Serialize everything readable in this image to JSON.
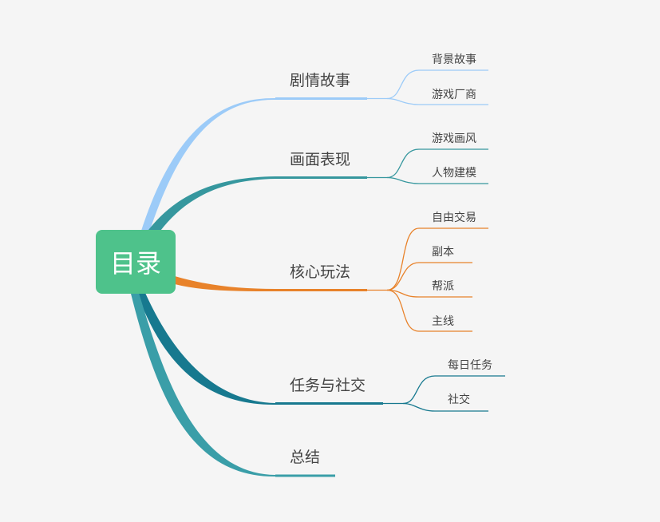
{
  "root": {
    "label": "目录",
    "color": "#4ec28b"
  },
  "branches": [
    {
      "label": "剧情故事",
      "color": "#9ccbf8",
      "children": [
        "背景故事",
        "游戏厂商"
      ]
    },
    {
      "label": "画面表现",
      "color": "#36979e",
      "children": [
        "游戏画风",
        "人物建模"
      ]
    },
    {
      "label": "核心玩法",
      "color": "#e8822a",
      "children": [
        "自由交易",
        "副本",
        "帮派",
        "主线"
      ]
    },
    {
      "label": "任务与社交",
      "color": "#17798f",
      "children": [
        "每日任务",
        "社交"
      ]
    },
    {
      "label": "总结",
      "color": "#3a9ea8",
      "children": []
    }
  ]
}
